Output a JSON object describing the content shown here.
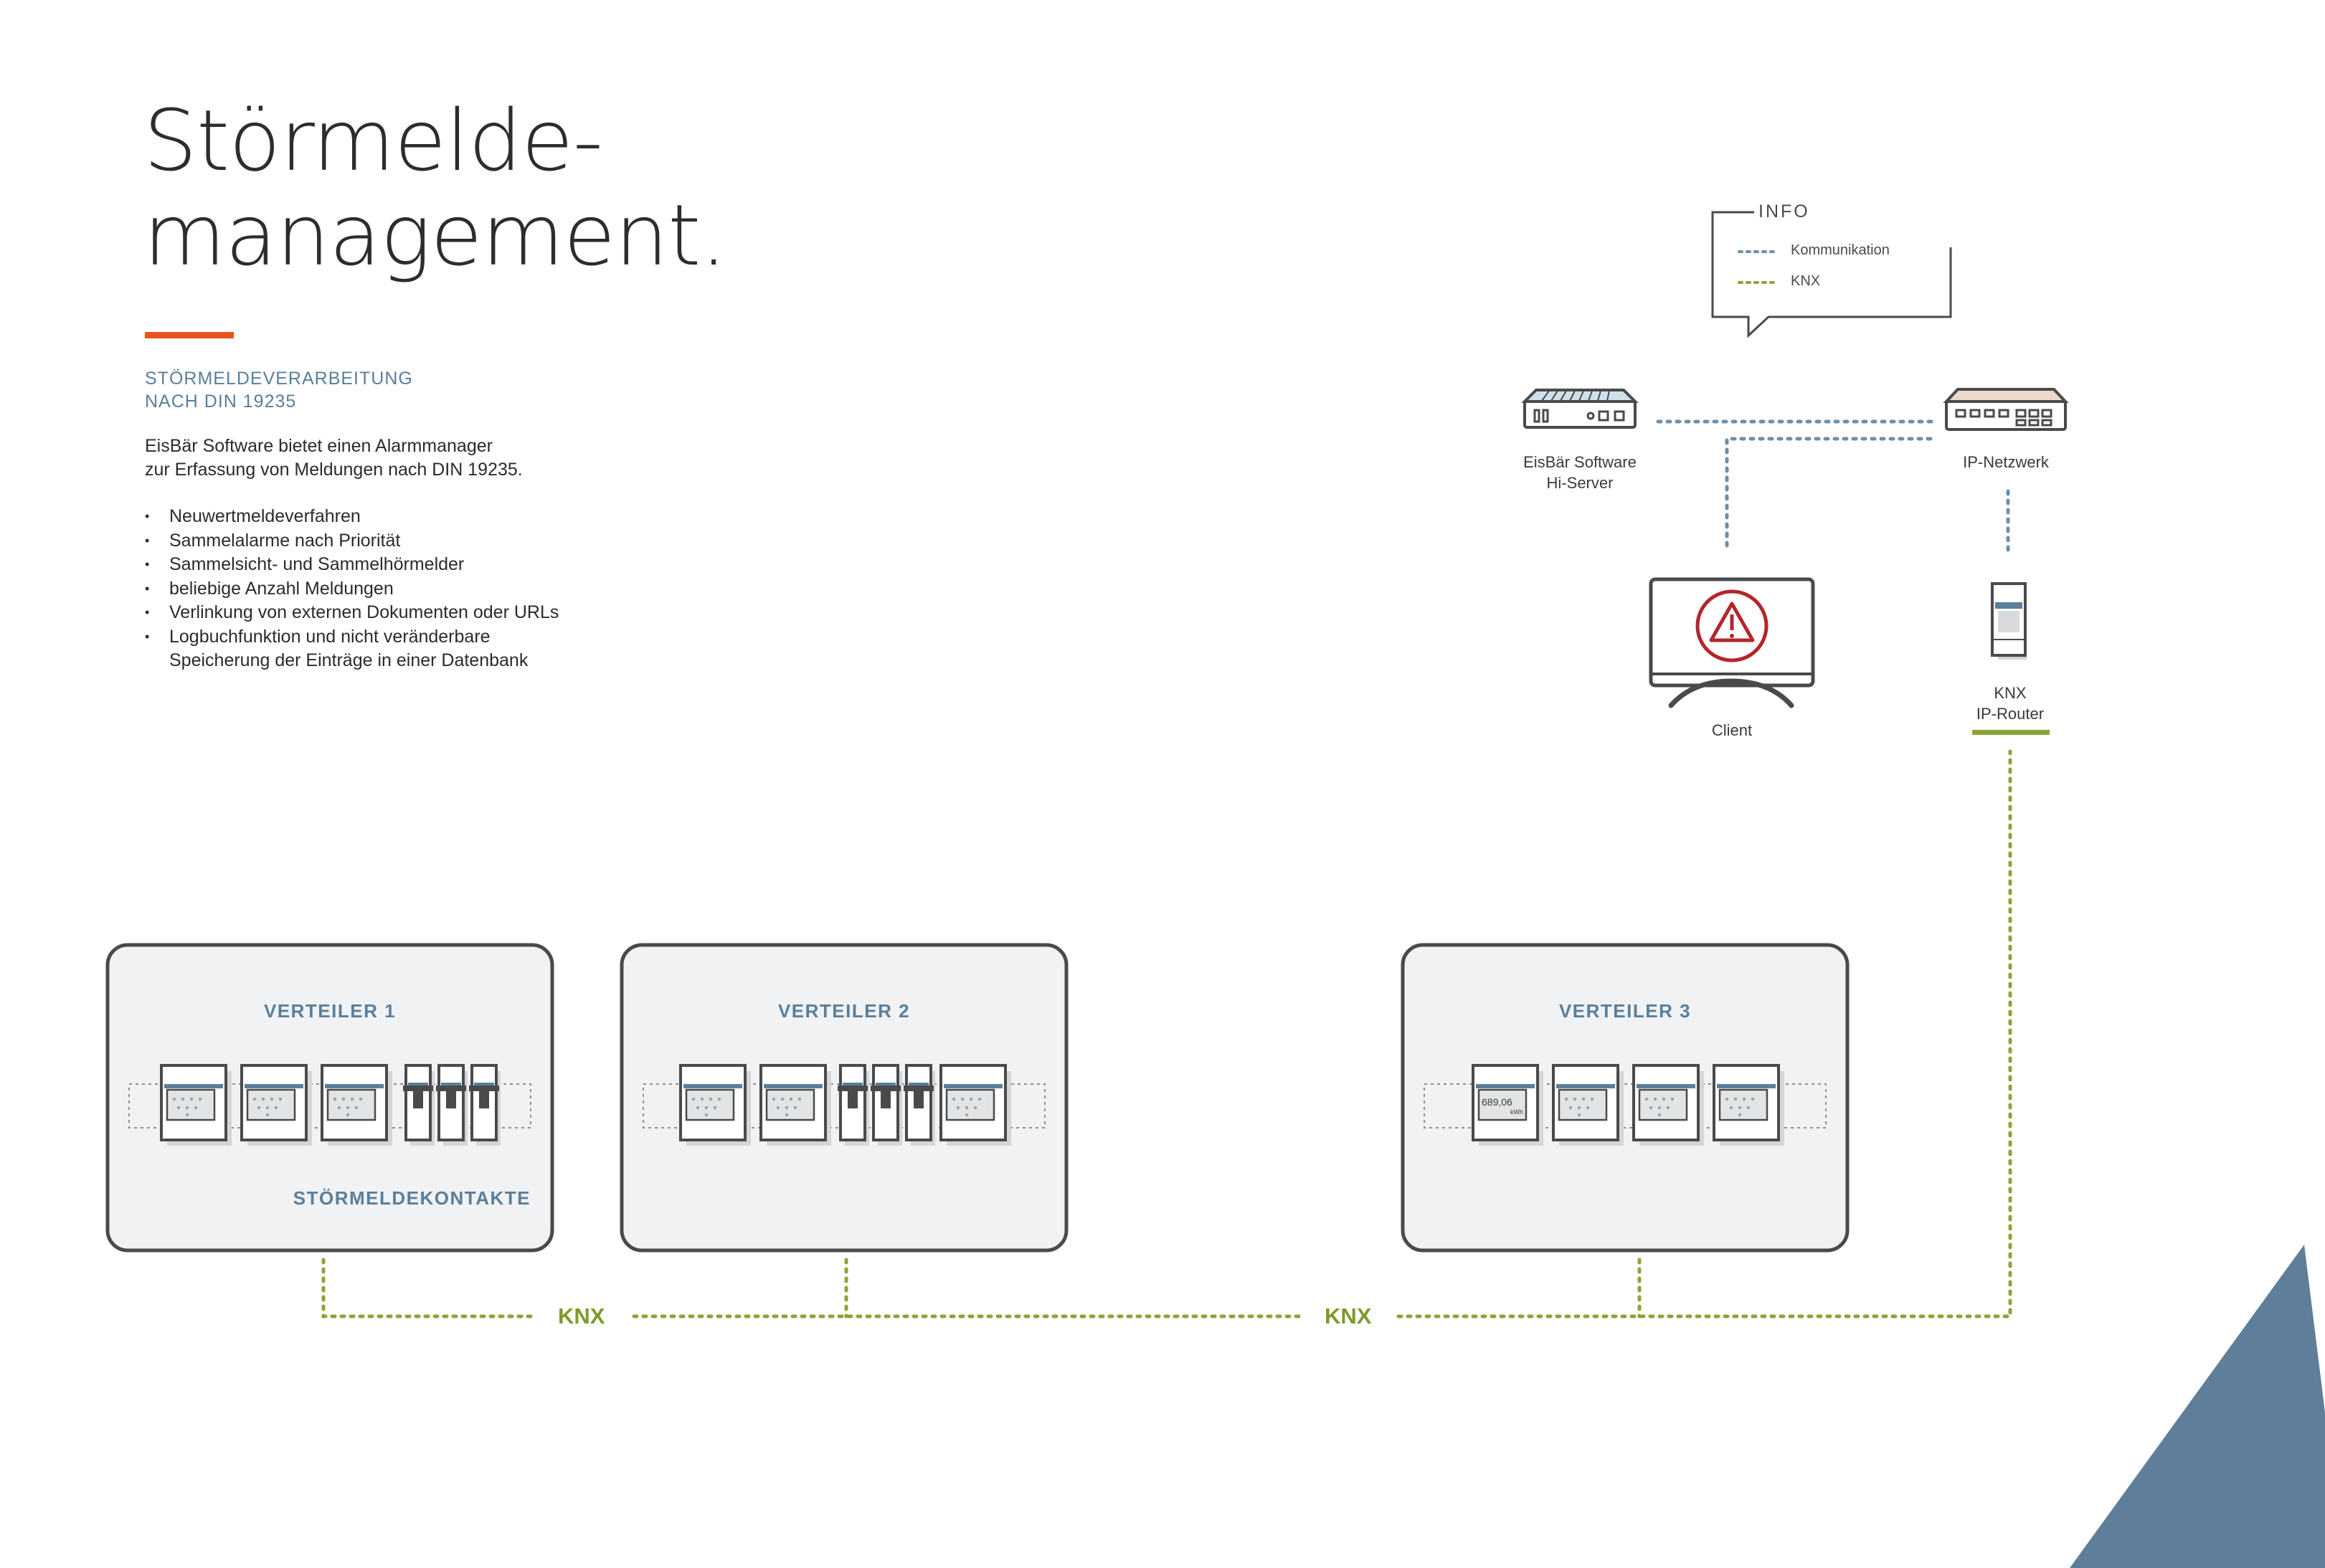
{
  "title_lines": [
    "Störmelde-",
    "management."
  ],
  "subtitle_lines": [
    "STÖRMELDEVERARBEITUNG",
    "NACH DIN 19235"
  ],
  "intro_lines": [
    "EisBär Software bietet einen Alarmmanager",
    "zur Erfassung von Meldungen nach DIN 19235."
  ],
  "features": [
    "Neuwertmeldeverfahren",
    "Sammelalarme nach Priorität",
    "Sammelsicht- und Sammelhörmelder",
    "beliebige Anzahl Meldungen",
    "Verlinkung von externen Dokumenten oder URLs",
    "Logbuchfunktion und nicht veränderbare\nSpeicherung der Einträge in einer Datenbank"
  ],
  "info": {
    "title": "INFO",
    "legend": [
      {
        "label": "Kommunikation",
        "color": "#6f8ea8",
        "icon": "dotted-line-blue"
      },
      {
        "label": "KNX",
        "color": "#8aa536",
        "icon": "dotted-line-green"
      }
    ]
  },
  "devices": {
    "server": [
      "EisBär Software",
      "Hi-Server"
    ],
    "network": "IP-Netzwerk",
    "client": "Client",
    "router": [
      "KNX",
      "IP-Router"
    ]
  },
  "distributors": [
    {
      "title": "VERTEILER 1",
      "label": "STÖRMELDEKONTAKTE"
    },
    {
      "title": "VERTEILER 2"
    },
    {
      "title": "VERTEILER 3",
      "meter_reading": "689,06",
      "meter_unit": "kWh"
    }
  ],
  "bus_labels": [
    "KNX",
    "KNX"
  ],
  "colors": {
    "accent_orange": "#e8541e",
    "blue_gray": "#5a7f9a",
    "knx_green": "#8aa536",
    "comm_blue": "#6f8ea8",
    "alert_red": "#b3262a",
    "box_fill": "#f1f2f4",
    "corner_triangle": "#5e7e99"
  },
  "icons": [
    "server-icon",
    "network-switch-icon",
    "client-monitor-icon",
    "warning-icon",
    "knx-router-icon",
    "din-module-icon",
    "energy-meter-icon",
    "speech-bubble-icon"
  ]
}
